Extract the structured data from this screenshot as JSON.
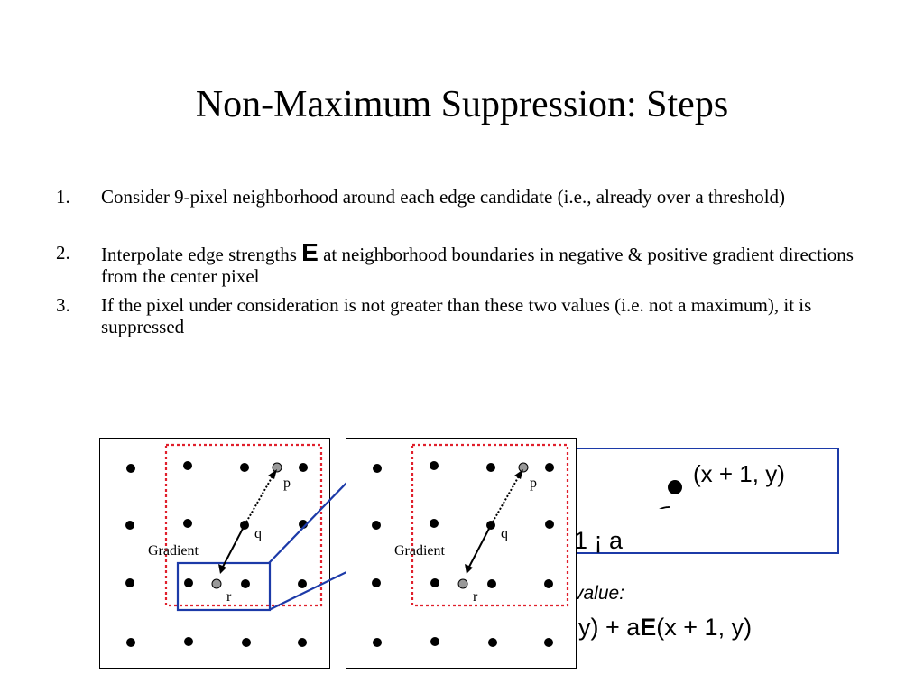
{
  "title": "Non-Maximum Suppression: Steps",
  "steps": [
    {
      "num": "1.",
      "text": "Consider 9-pixel neighborhood around each edge candidate (i.e., already over a threshold)"
    },
    {
      "num": "2.",
      "text_before": "Interpolate edge strengths ",
      "bold_symbol": "E",
      "text_after": " at neighborhood boundaries in negative & positive gradient directions from the center pixel"
    },
    {
      "num": "3.",
      "text": "If the pixel under consideration is not greater than these two values (i.e. not a maximum), it is suppressed"
    }
  ],
  "equation_box": {
    "coord_label": "(x + 1, y)",
    "partial_text": "1 ¡ a"
  },
  "value_caption": "value:",
  "formula": {
    "prefix": ", y) + a",
    "symbol": "E",
    "suffix": "(x + 1, y)"
  },
  "diagram_labels": {
    "p": "p",
    "q": "q",
    "r": "r",
    "gradient": "Gradient"
  },
  "colors": {
    "blue_frame": "#1c3aa8",
    "red_dotted": "#e0202c",
    "gray_pixel": "#999999",
    "black_pixel": "#000000"
  }
}
